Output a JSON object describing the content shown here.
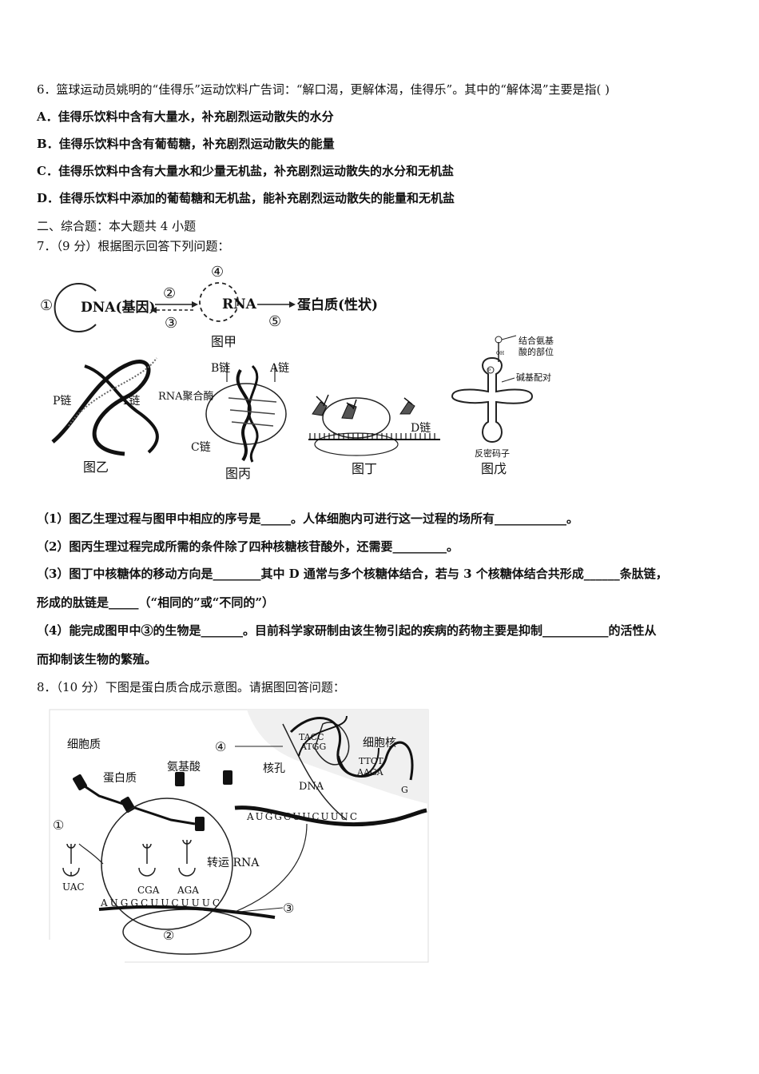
{
  "q6": {
    "stem": "6．篮球运动员姚明的“佳得乐”运动饮料广告词：“解口渴，更解体渴，佳得乐”。其中的“解体渴”主要是指(    )",
    "optA": "A．佳得乐饮料中含有大量水，补充剧烈运动散失的水分",
    "optB": "B．佳得乐饮料中含有葡萄糖，补充剧烈运动散失的能量",
    "optC": "C．佳得乐饮料中含有大量水和少量无机盐，补充剧烈运动散失的水分和无机盐",
    "optD": "D．佳得乐饮料中添加的葡萄糖和无机盐，能补充剧烈运动散失的能量和无机盐"
  },
  "section2": "二、综合题：本大题共 4 小题",
  "q7": {
    "stem": "7．（9 分）根据图示回答下列问题：",
    "fig1": {
      "c1": "①",
      "c2": "②",
      "c3": "③",
      "c4": "④",
      "c5": "⑤",
      "dna": "DNA(基因)",
      "rna": "RNA",
      "protein": "蛋白质(性状)",
      "label_jia": "图甲",
      "label_yi": "图乙",
      "p_chain": "P链",
      "t_chain": "T链",
      "label_bing": "图丙",
      "b_chain": "B链",
      "a_chain": "A链",
      "rna_pol": "RNA聚合酶",
      "c_chain": "C链",
      "label_ding": "图丁",
      "d_chain": "D链",
      "label_wu": "图戊",
      "aa_site": "结合氨基",
      "aa_site2": "酸的部位",
      "base_pair": "碱基配对",
      "anticodon": "反密码子",
      "oh": "OH",
      "p": "P"
    },
    "s1": "（1）图乙生理过程与图甲中相应的序号是_____。人体细胞内可进行这一过程的场所有____________。",
    "s2": "（2）图丙生理过程完成所需的条件除了四种核糖核苷酸外，还需要_________。",
    "s3a": "（3）图丁中核糖体的移动方向是________其中 D 通常与多个核糖体结合，若与 3 个核糖体结合共形成______条肽链，",
    "s3b": "形成的肽链是_____（“相同的”或“不同的”）",
    "s4a": "（4）能完成图甲中③的生物是_______。目前科学家研制由该生物引起的疾病的药物主要是抑制___________的活性从",
    "s4b": "而抑制该生物的繁殖。"
  },
  "q8": {
    "stem": "8．（10 分）下图是蛋白质合成示意图。请据图回答问题：",
    "fig2": {
      "cytoplasm": "细胞质",
      "protein": "蛋白质",
      "amino_acid": "氨基酸",
      "nucleus": "细胞核",
      "pore": "核孔",
      "dna": "DNA",
      "trna": "转运 RNA",
      "c1": "①",
      "c2": "②",
      "c3": "③",
      "c4": "④",
      "uac": "UAC",
      "cga": "CGA",
      "aga": "AGA",
      "mrna_seq": "AUGGCUUCUUUC",
      "mrna_top": "AUGGCUUCUUUC",
      "dna_top": "TACC",
      "dna_top2": "ATGG",
      "dna_b1": "TTCT",
      "dna_b2": "AAGA",
      "dna_g": "G"
    }
  }
}
